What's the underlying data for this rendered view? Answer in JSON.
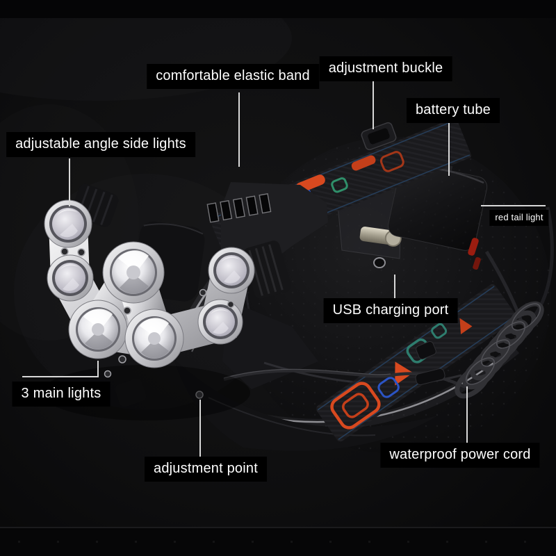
{
  "title": "headlamp feature annotation photo",
  "labels": {
    "elastic_band": "comfortable elastic band",
    "adjustment_buckle": "adjustment buckle",
    "battery_tube": "battery tube",
    "side_lights": "adjustable angle side lights",
    "red_tail_light": "red tail light",
    "usb_port": "USB charging port",
    "main_lights": "3 main lights",
    "adjustment_point": "adjustment point",
    "power_cord": "waterproof power cord"
  },
  "colors": {
    "label_text": "#ffffff",
    "label_background": "#000000",
    "callout_line": "#d9d9d9",
    "strap_accent_orange": "#d8491f",
    "strap_accent_blue": "#2a5bd7",
    "strap_accent_teal": "#2e7d6e",
    "metal_silver": "#d9d9db",
    "tail_light_red": "#9b1d10"
  }
}
